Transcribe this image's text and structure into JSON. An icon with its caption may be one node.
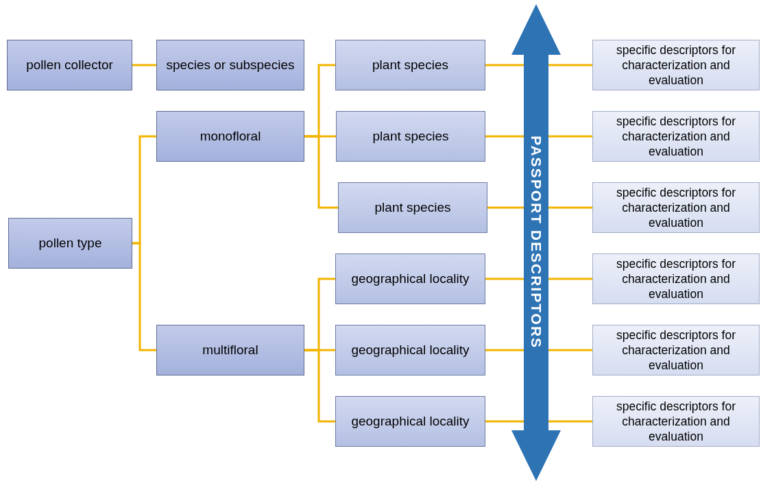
{
  "diagram": {
    "nodes": [
      {
        "text": [
          "pollen collector"
        ]
      },
      {
        "text": [
          "species or subspecies"
        ]
      },
      {
        "text": [
          "plant species"
        ]
      },
      {
        "text": [
          "specific descriptors for characterization and evaluation"
        ]
      },
      {
        "text": [
          "pollen type"
        ]
      },
      {
        "text": [
          "monofloral"
        ]
      },
      {
        "text": [
          "plant species"
        ]
      },
      {
        "text": [
          "specific descriptors for characterization and evaluation"
        ]
      },
      {
        "text": [
          "plant species"
        ]
      },
      {
        "text": [
          "specific descriptors for characterization and evaluation"
        ]
      },
      {
        "text": [
          "multifloral"
        ]
      },
      {
        "text": [
          "geographical locality"
        ]
      },
      {
        "text": [
          "specific descriptors for characterization and evaluation"
        ]
      },
      {
        "text": [
          "geographical locality"
        ]
      },
      {
        "text": [
          "specific descriptors for characterization and evaluation"
        ]
      },
      {
        "text": [
          "geographical locality"
        ]
      },
      {
        "text": [
          "specific descriptors for characterization and evaluation"
        ]
      }
    ],
    "labels": [
      "PASSPORT DESCRIPTORS"
    ],
    "edges": [
      {
        "from": 0,
        "to": 1,
        "arrow": "none"
      },
      {
        "from": 4,
        "to": 5,
        "arrow": "none"
      },
      {
        "from": 4,
        "to": 10,
        "arrow": "none"
      },
      {
        "from": 5,
        "to": 2,
        "arrow": "none"
      },
      {
        "from": 5,
        "to": 6,
        "arrow": "none"
      },
      {
        "from": 5,
        "to": 8,
        "arrow": "none"
      },
      {
        "from": 10,
        "to": 11,
        "arrow": "none"
      },
      {
        "from": 10,
        "to": 13,
        "arrow": "none"
      },
      {
        "from": 10,
        "to": 15,
        "arrow": "none"
      },
      {
        "from": 2,
        "to": 3,
        "arrow": "none"
      },
      {
        "from": 6,
        "to": 7,
        "arrow": "none"
      },
      {
        "from": 8,
        "to": 9,
        "arrow": "none"
      },
      {
        "from": 11,
        "to": 12,
        "arrow": "none"
      },
      {
        "from": 13,
        "to": 14,
        "arrow": "none"
      },
      {
        "from": 15,
        "to": 16,
        "arrow": "none"
      }
    ]
  }
}
